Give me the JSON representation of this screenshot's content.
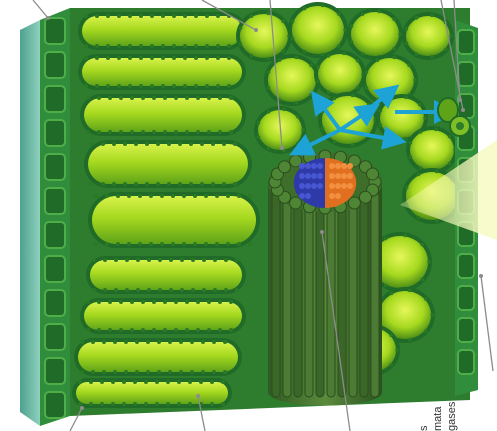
{
  "figure": {
    "subject": "leaf-cross-section-cutaway",
    "colors": {
      "epidermis": "#2f8d3b",
      "cell_wall": "#1f6b27",
      "mesophyll_fill": "#a6d91f",
      "mesophyll_shine": "#d8f24a",
      "chloroplast": "#2a7a25",
      "xylem": "#2d3aa8",
      "phloem": "#e0701f",
      "bundle_sheath": "#3f6e2a",
      "gas_arrow": "#1ea3d6",
      "pointer_line": "#8c8c8c",
      "light_beam": "#f3f7a8",
      "cuticle": "#6fb7a8"
    },
    "cut_labels": [
      "s",
      "mata",
      "gases"
    ]
  }
}
